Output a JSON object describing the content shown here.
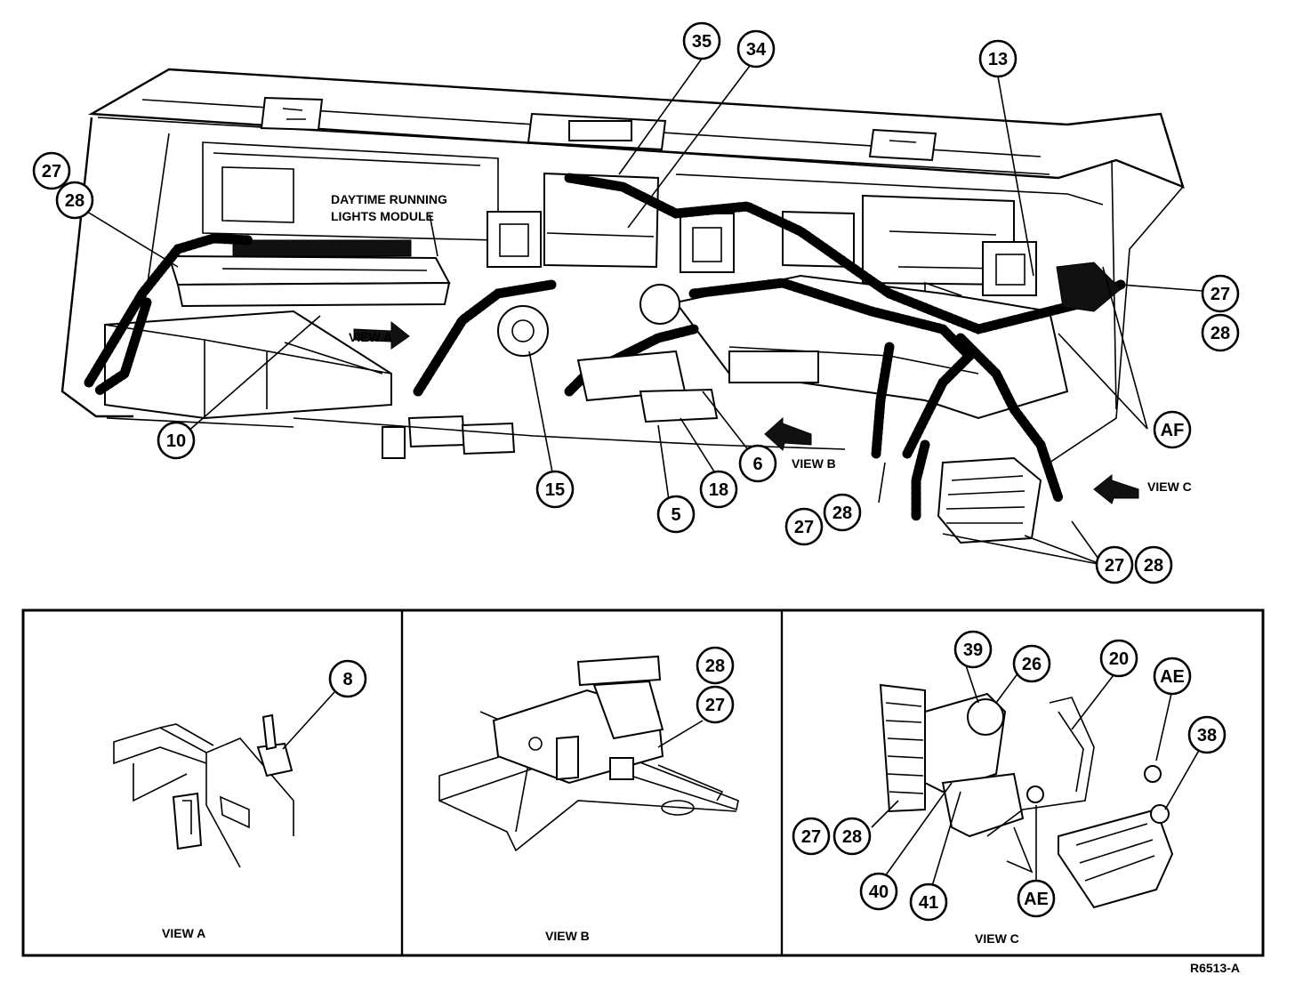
{
  "main_view": {
    "module_label_line1": "DAYTIME RUNNING",
    "module_label_line2": "LIGHTS MODULE",
    "view_a_pointer": "VIEW A",
    "view_b_pointer": "VIEW B",
    "view_c_pointer": "VIEW C",
    "callouts": {
      "c35": "35",
      "c34": "34",
      "c13": "13",
      "c27_left": "27",
      "c28_left": "28",
      "c27_right": "27",
      "c28_right": "28",
      "c10": "10",
      "c15": "15",
      "c5": "5",
      "c18": "18",
      "c6": "6",
      "c27_bottom": "27",
      "c28_bottom": "28",
      "c27_br": "27",
      "c28_br": "28",
      "cAF": "AF"
    }
  },
  "view_a": {
    "caption": "VIEW A",
    "callouts": {
      "c8": "8"
    }
  },
  "view_b": {
    "caption": "VIEW B",
    "callouts": {
      "c28": "28",
      "c27": "27"
    }
  },
  "view_c": {
    "caption": "VIEW C",
    "callouts": {
      "c39": "39",
      "c26": "26",
      "c20": "20",
      "cAE_top": "AE",
      "c38": "38",
      "c27": "27",
      "c28": "28",
      "c40": "40",
      "c41": "41",
      "cAE_bottom": "AE"
    }
  },
  "figure_id": "R6513-A"
}
